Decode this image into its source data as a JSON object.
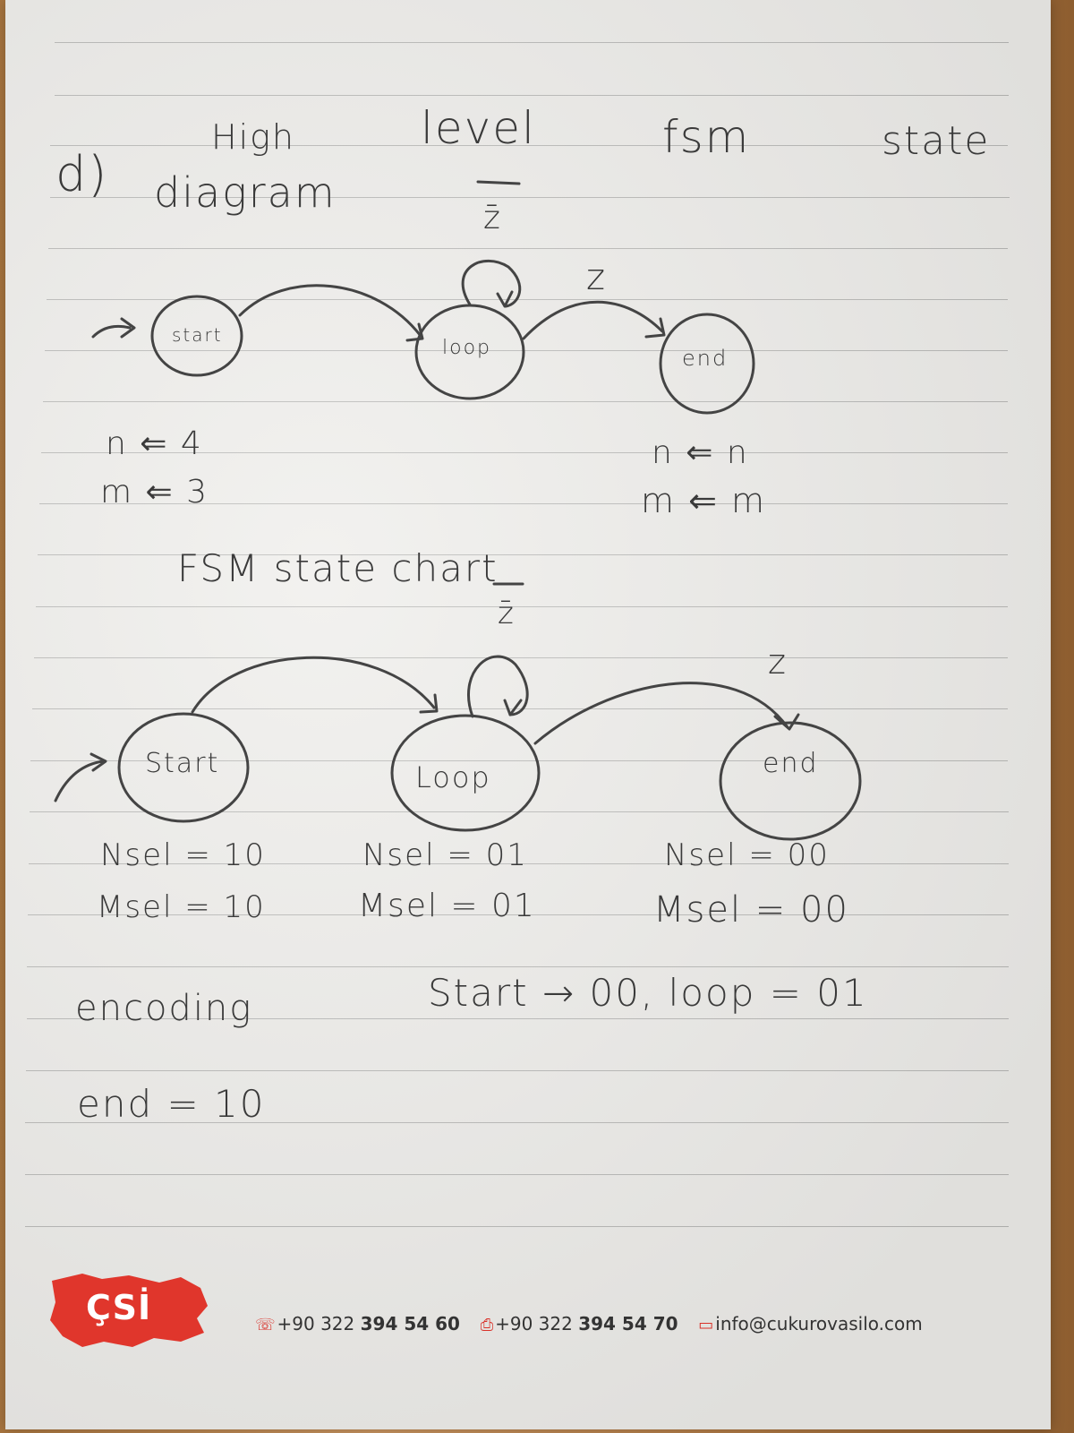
{
  "heading": {
    "item": "d)",
    "line1": [
      "High",
      "level",
      "fsm",
      "state"
    ],
    "line2": "diagram"
  },
  "diagram1": {
    "states": [
      {
        "label": "start",
        "actions": [
          "n ⇐ 4",
          "m ⇐ 3"
        ]
      },
      {
        "label": "loop",
        "actions": []
      },
      {
        "label": "end",
        "actions": [
          "n ⇐ n",
          "m ⇐ m"
        ]
      }
    ],
    "self_loop_label": "z̄",
    "transition_label": "z"
  },
  "section2_title": "FSM state chart",
  "diagram2": {
    "states": [
      {
        "label": "Start",
        "outputs": [
          "Nsel = 10",
          "Msel = 10"
        ]
      },
      {
        "label": "Loop",
        "outputs": [
          "Nsel = 01",
          "Msel = 01"
        ]
      },
      {
        "label": "end",
        "outputs": [
          "Nsel = 00",
          "Msel = 00"
        ]
      }
    ],
    "self_loop_label": "z̄",
    "transition_label": "z"
  },
  "encoding": {
    "label": "encoding",
    "line1": "Start → 00, loop = 01",
    "line2": "end = 10"
  },
  "footer": {
    "logo": "ÇSİ",
    "phone_prefix": "+90 322 ",
    "phone_number": "394 54 60",
    "fax_prefix": "+90 322 ",
    "fax_number": "394 54 70",
    "email": "info@cukurovasilo.com",
    "brand_color": "#e0362c"
  }
}
